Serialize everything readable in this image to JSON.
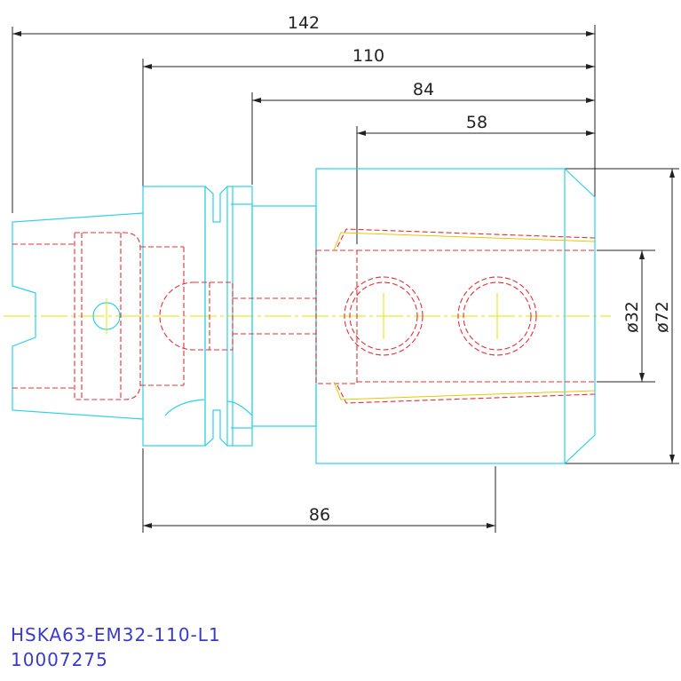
{
  "dimensions": {
    "overall_length": "142",
    "gauge_length": "110",
    "flange_to_tip": "84",
    "body_length": "58",
    "bottom_length": "86",
    "bore_diameter": "ø32",
    "body_diameter": "ø72"
  },
  "title_block": {
    "part_number": "HSKA63-EM32-110-L1",
    "order_code": "10007275"
  },
  "colors": {
    "outline": "#30d0e6",
    "hidden": "#e0303a",
    "centerline": "#e6e600",
    "dimension": "#222222",
    "caption": "#3a3acc"
  }
}
